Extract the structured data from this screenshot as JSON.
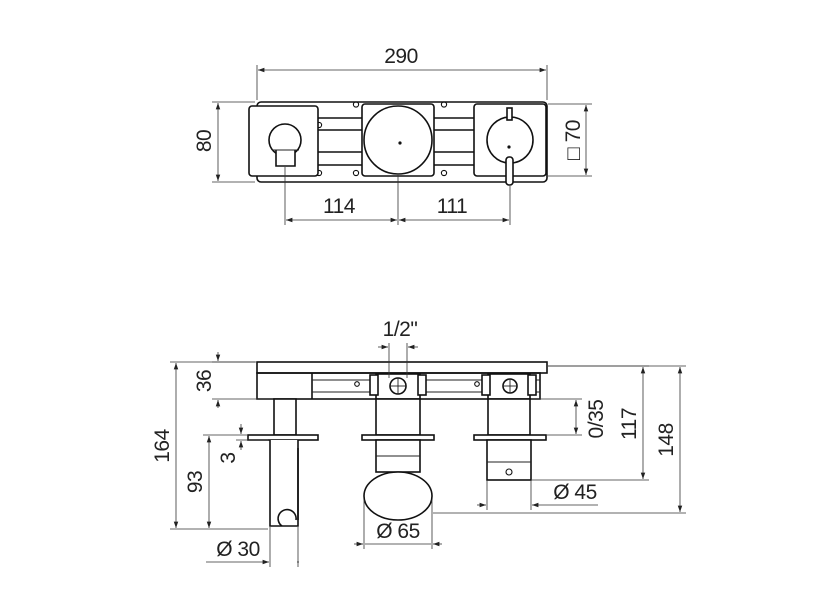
{
  "top_view": {
    "width": "290",
    "height": "80",
    "spacing_left": "114",
    "spacing_right": "111",
    "square_size": "□ 70"
  },
  "front_view": {
    "thread": "1/2\"",
    "depth": "36",
    "total_height": "164",
    "spout_height": "93",
    "step": "3",
    "adjust_range": "0/35",
    "body_depth": "117",
    "overall_depth": "148",
    "diameter_spout": "Ø 30",
    "diameter_knob": "Ø 65",
    "diameter_handle": "Ø 45"
  },
  "colors": {
    "line": "#111111",
    "background": "#ffffff"
  }
}
